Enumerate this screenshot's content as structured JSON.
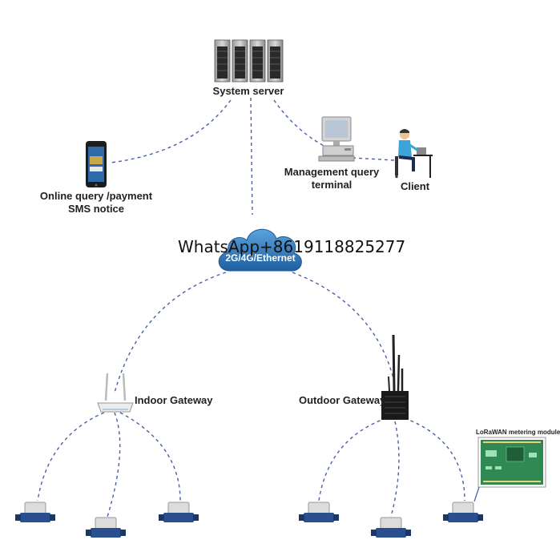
{
  "nodes": {
    "system_server": "System server",
    "online_query": [
      "Online query /payment",
      "SMS notice"
    ],
    "management_terminal": [
      "Management query",
      "terminal"
    ],
    "client": "Client",
    "network": "2G/4G/Ethernet",
    "indoor_gateway": "Indoor Gateway",
    "outdoor_gateway": "Outdoor Gateway",
    "lorawan_module": "LoRaWAN metering module"
  },
  "watermark": "WhatsApp+8619118825277",
  "colors": {
    "link_line": "#4a5fa8",
    "cloud": "#2f7fc1",
    "meter_body": "#2a4f8f",
    "pcb": "#2e8a52"
  }
}
